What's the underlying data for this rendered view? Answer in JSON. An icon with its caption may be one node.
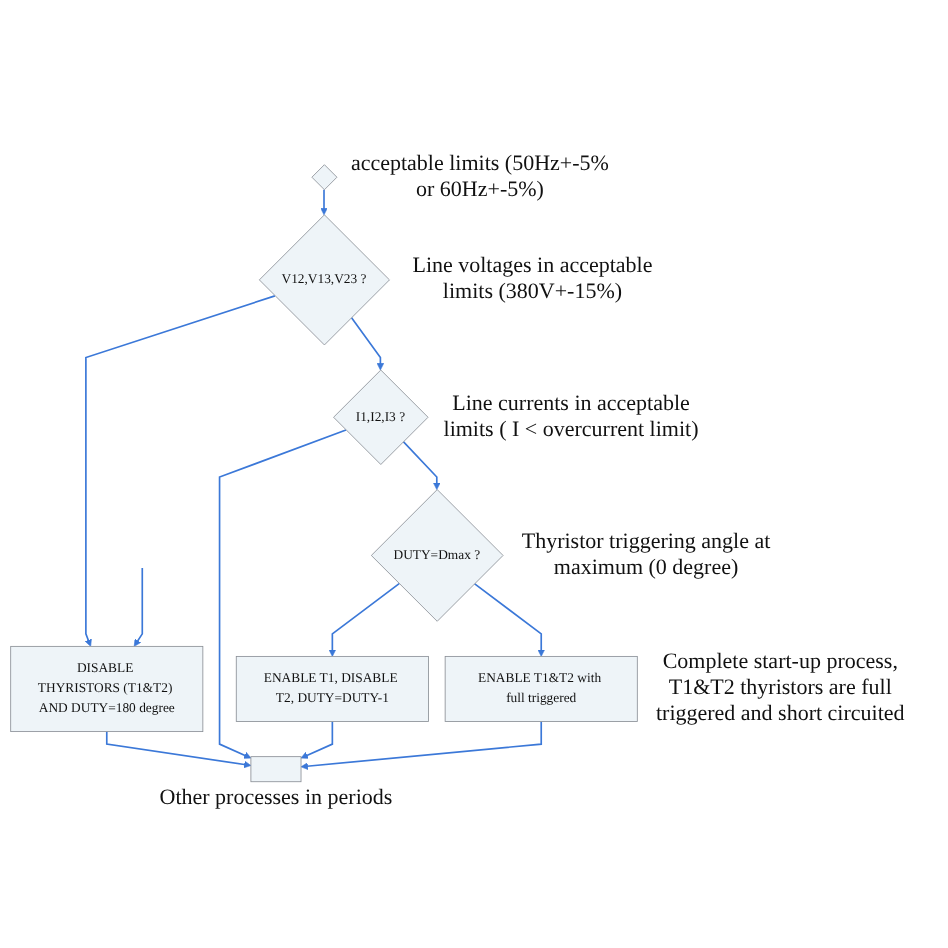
{
  "diagram": {
    "nodes": [
      {
        "text": [],
        "shape": "diamond",
        "beside": [
          "acceptable limits (50Hz+-5% or 60Hz+-5%)"
        ]
      },
      {
        "text": [
          "DISABLE THYRISTORS (T1&T2) AND DUTY=180 degree"
        ]
      },
      {
        "text": [
          "V12,V13,V23 ?"
        ],
        "beside": [
          "Line voltages in acceptable limits (380V+-15%)"
        ]
      },
      {
        "text": [
          "I1,I2,I3 ?"
        ],
        "beside": [
          "Line currents in acceptable limits ( I < overcurrent limit)"
        ]
      },
      {
        "text": [
          "DUTY=Dmax ?"
        ],
        "beside": [
          "Thyristor triggering angle at maximum (0 degree)"
        ]
      },
      {
        "text": [
          "ENABLE T1, DISABLE T2, DUTY=DUTY-1"
        ]
      },
      {
        "text": [
          "ENABLE T1&T2 with full triggered"
        ],
        "beside": [
          "Complete start-up process, T1&T2 thyristors are full triggered and short circuited"
        ]
      },
      {
        "text": [],
        "shape": "box",
        "beside": [
          "Other processes in periods"
        ]
      }
    ],
    "edges": [
      {
        "from": null,
        "to": 1,
        "arrow": "to"
      },
      {
        "from": 0,
        "to": 2,
        "arrow": "to"
      },
      {
        "from": 2,
        "to": 1,
        "arrow": "to"
      },
      {
        "from": 2,
        "to": 3,
        "arrow": "to"
      },
      {
        "from": 3,
        "to": 7,
        "arrow": "to"
      },
      {
        "from": 1,
        "to": 7,
        "arrow": "to"
      },
      {
        "from": 3,
        "to": 4,
        "arrow": "to"
      },
      {
        "from": 4,
        "to": 5,
        "arrow": "to"
      },
      {
        "from": 4,
        "to": 6,
        "arrow": "to"
      },
      {
        "from": 5,
        "to": 7,
        "arrow": "to"
      },
      {
        "from": 6,
        "to": 7,
        "arrow": "to"
      }
    ]
  }
}
